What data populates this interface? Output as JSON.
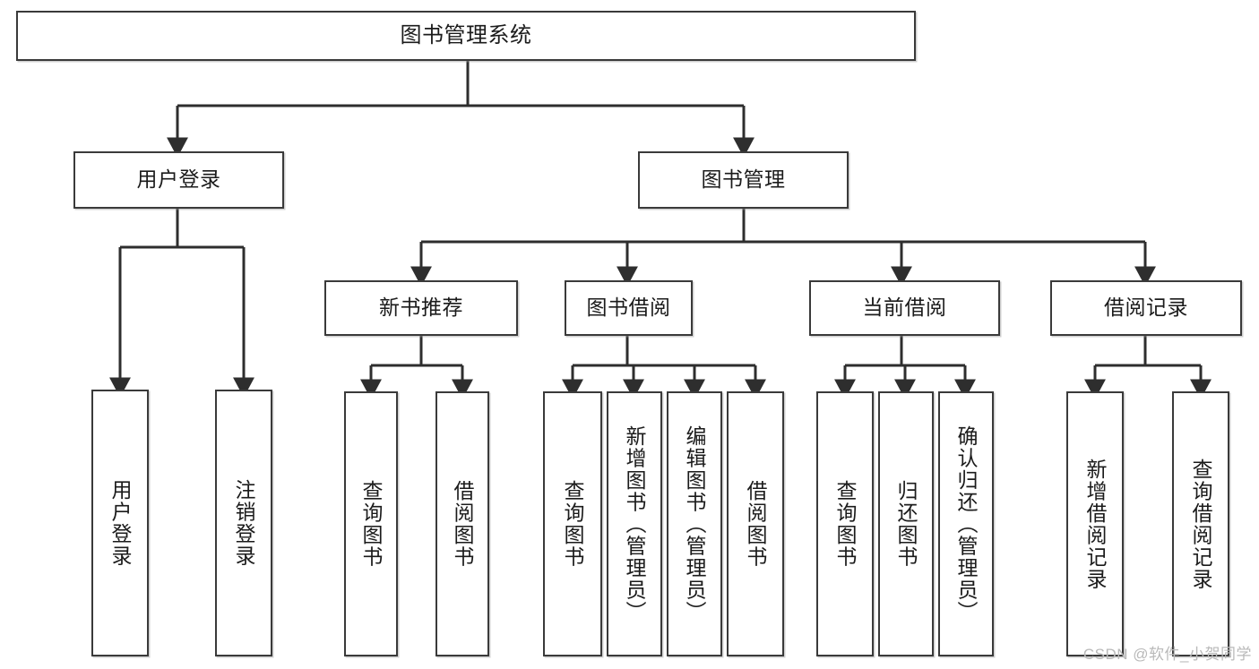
{
  "diagram": {
    "title": "图书管理系统",
    "type": "tree-hierarchy-chart",
    "line_color": "#3a3a3a",
    "box_fill": "#ffffff",
    "text_color": "#1b1b1b",
    "watermark": "CSDN @软件_小贺同学"
  },
  "nodes": {
    "root": {
      "label": "图书管理系统"
    },
    "level2": [
      {
        "label": "用户登录"
      },
      {
        "label": "图书管理"
      }
    ],
    "level3": [
      {
        "label": "新书推荐"
      },
      {
        "label": "图书借阅"
      },
      {
        "label": "当前借阅"
      },
      {
        "label": "借阅记录"
      }
    ],
    "leaves_user_login": [
      {
        "label": "用户登录"
      },
      {
        "label": "注销登录"
      }
    ],
    "leaves_new_book": [
      {
        "label": "查询图书"
      },
      {
        "label": "借阅图书"
      }
    ],
    "leaves_borrow": [
      {
        "label": "查询图书"
      },
      {
        "label": "新增图书（管理员）"
      },
      {
        "label": "编辑图书（管理员）"
      },
      {
        "label": "借阅图书"
      }
    ],
    "leaves_current": [
      {
        "label": "查询图书"
      },
      {
        "label": "归还图书"
      },
      {
        "label": "确认归还（管理员）"
      }
    ],
    "leaves_record": [
      {
        "label": "新增借阅记录"
      },
      {
        "label": "查询借阅记录"
      }
    ]
  }
}
